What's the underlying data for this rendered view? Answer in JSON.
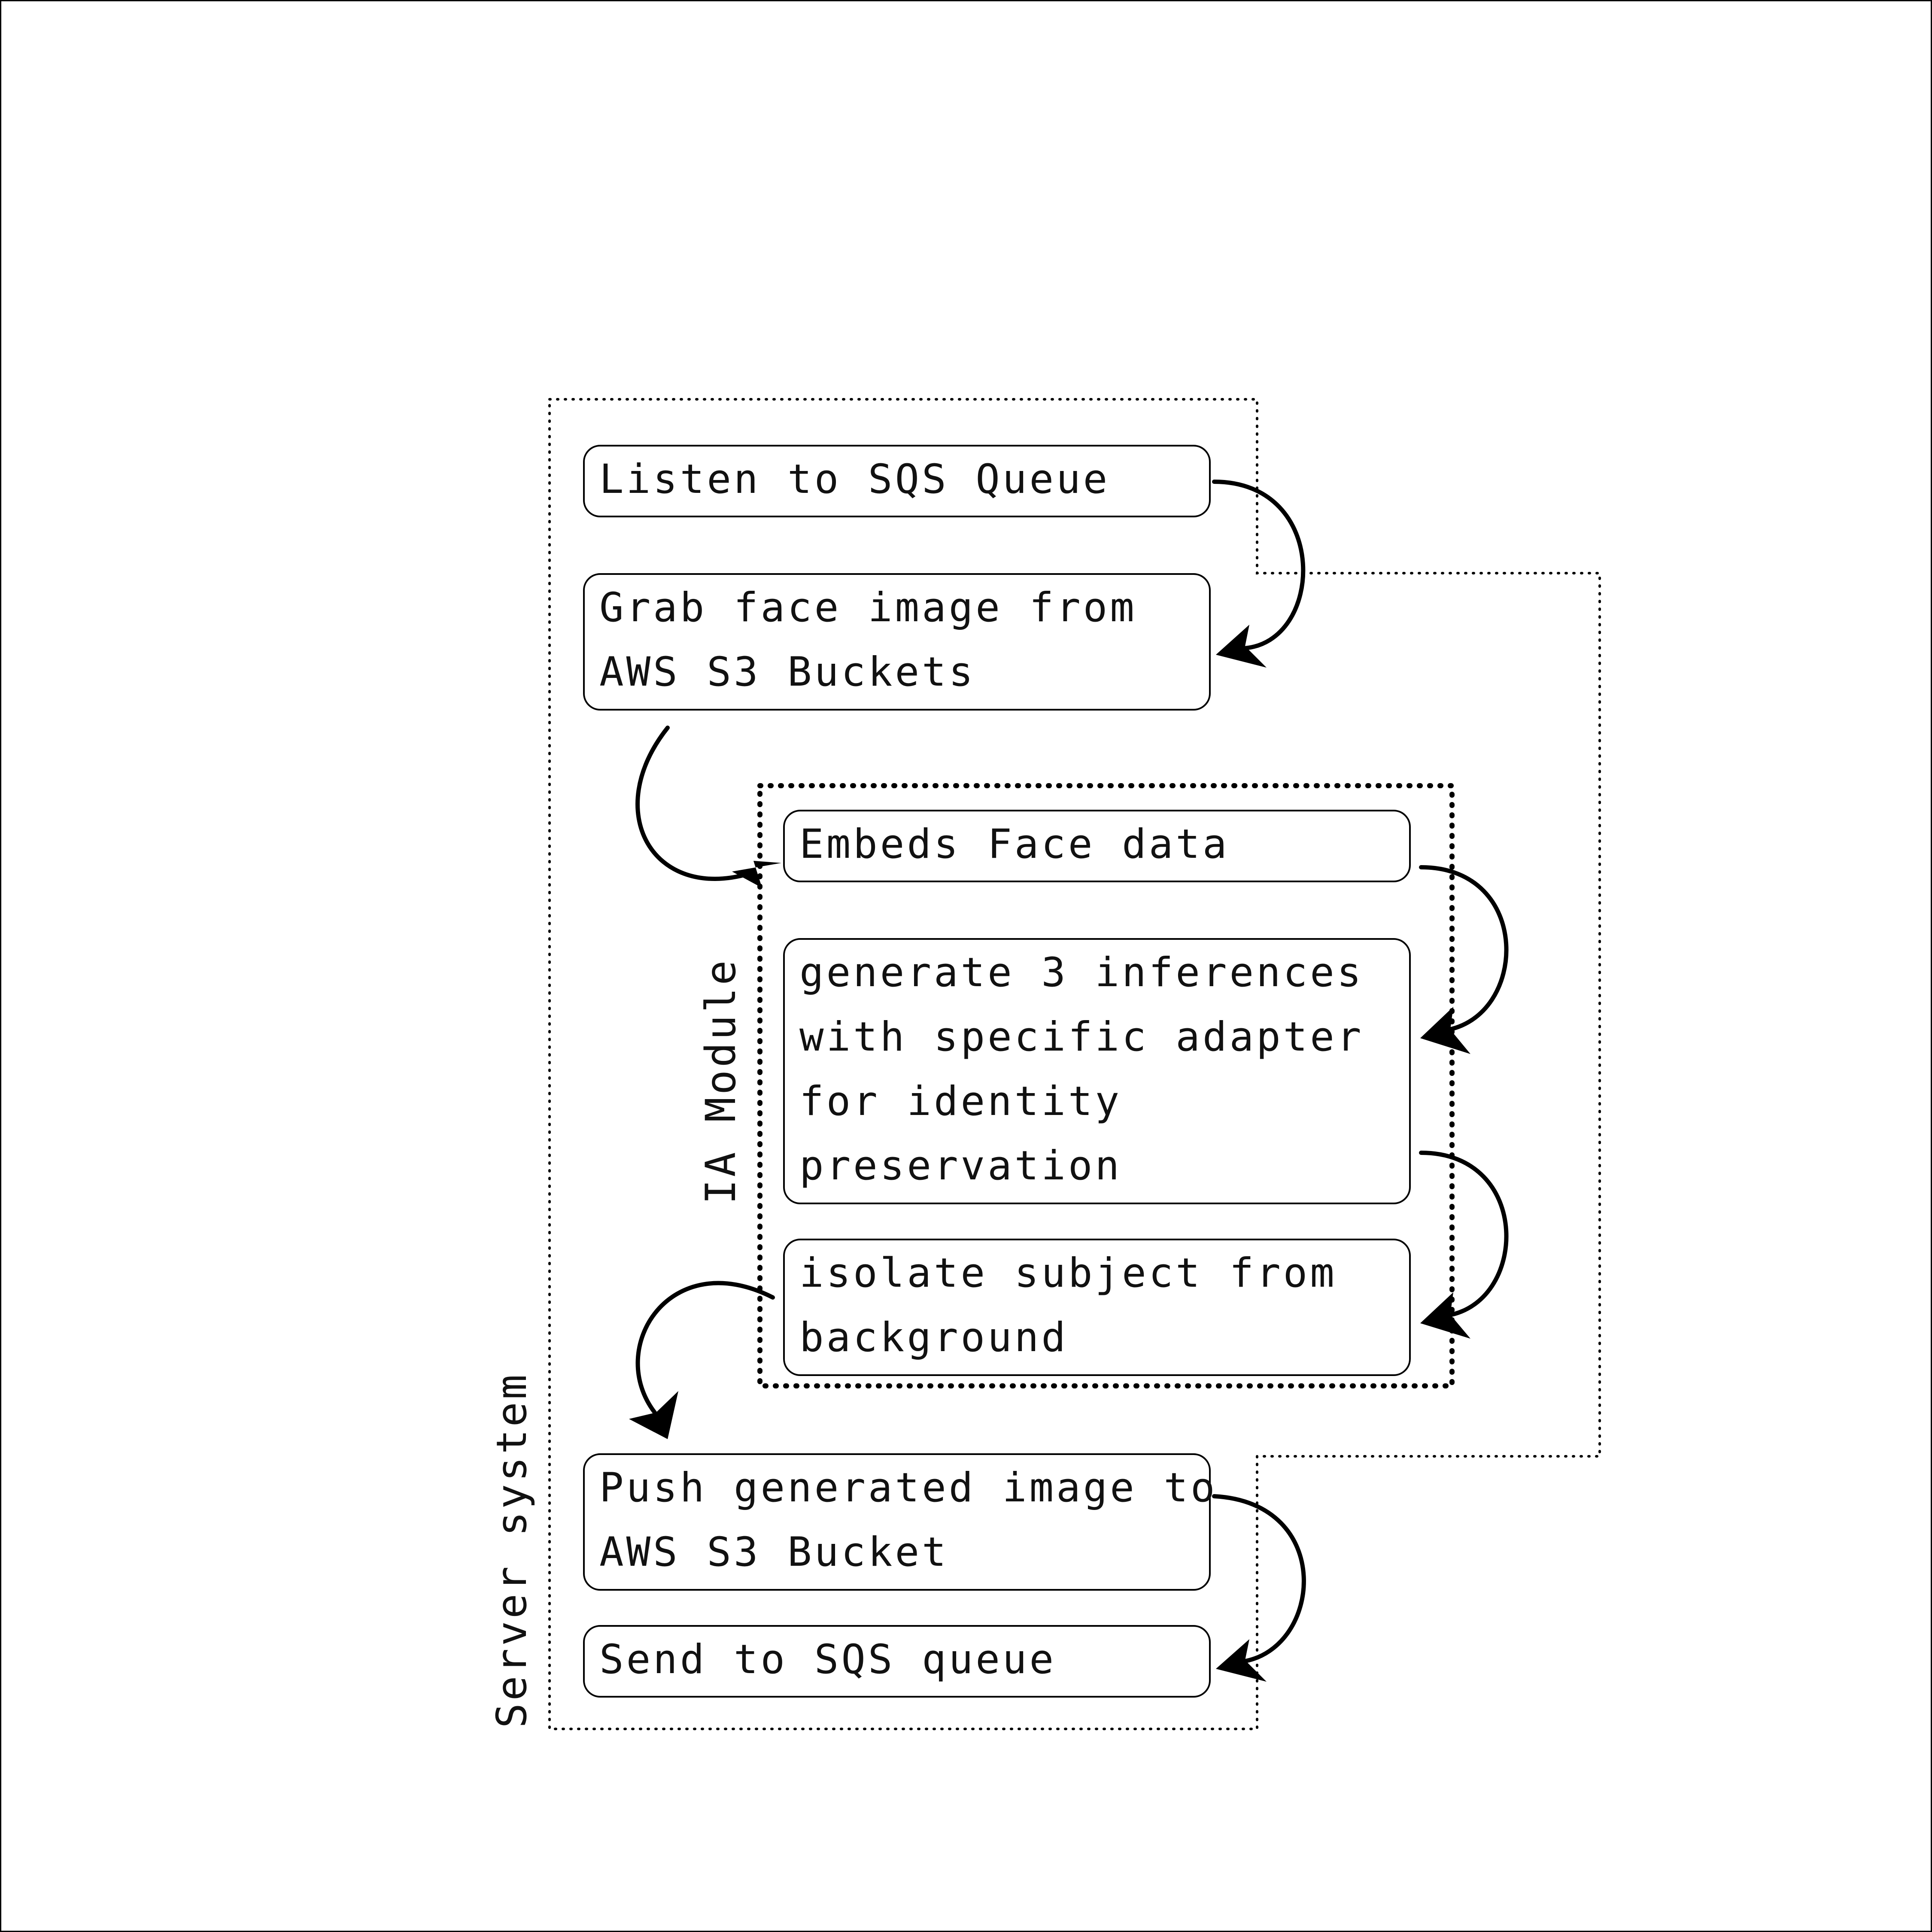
{
  "groups": {
    "server_system": {
      "label": "Server system"
    },
    "ia_module": {
      "label": "IA Module"
    }
  },
  "steps": [
    {
      "id": "listen",
      "lines": [
        "Listen to SQS Queue"
      ]
    },
    {
      "id": "grab",
      "lines": [
        "Grab face image from",
        "AWS S3 Buckets"
      ]
    },
    {
      "id": "embed",
      "lines": [
        "Embeds Face data"
      ]
    },
    {
      "id": "generate",
      "lines": [
        "generate 3 inferences",
        "with specific adapter",
        "for identity",
        "preservation"
      ]
    },
    {
      "id": "isolate",
      "lines": [
        "isolate subject from",
        "background"
      ]
    },
    {
      "id": "push",
      "lines": [
        "Push generated image to",
        "AWS S3 Bucket"
      ]
    },
    {
      "id": "send",
      "lines": [
        "Send to SQS queue"
      ]
    }
  ],
  "colors": {
    "stroke": "#000000",
    "background": "#ffffff"
  }
}
